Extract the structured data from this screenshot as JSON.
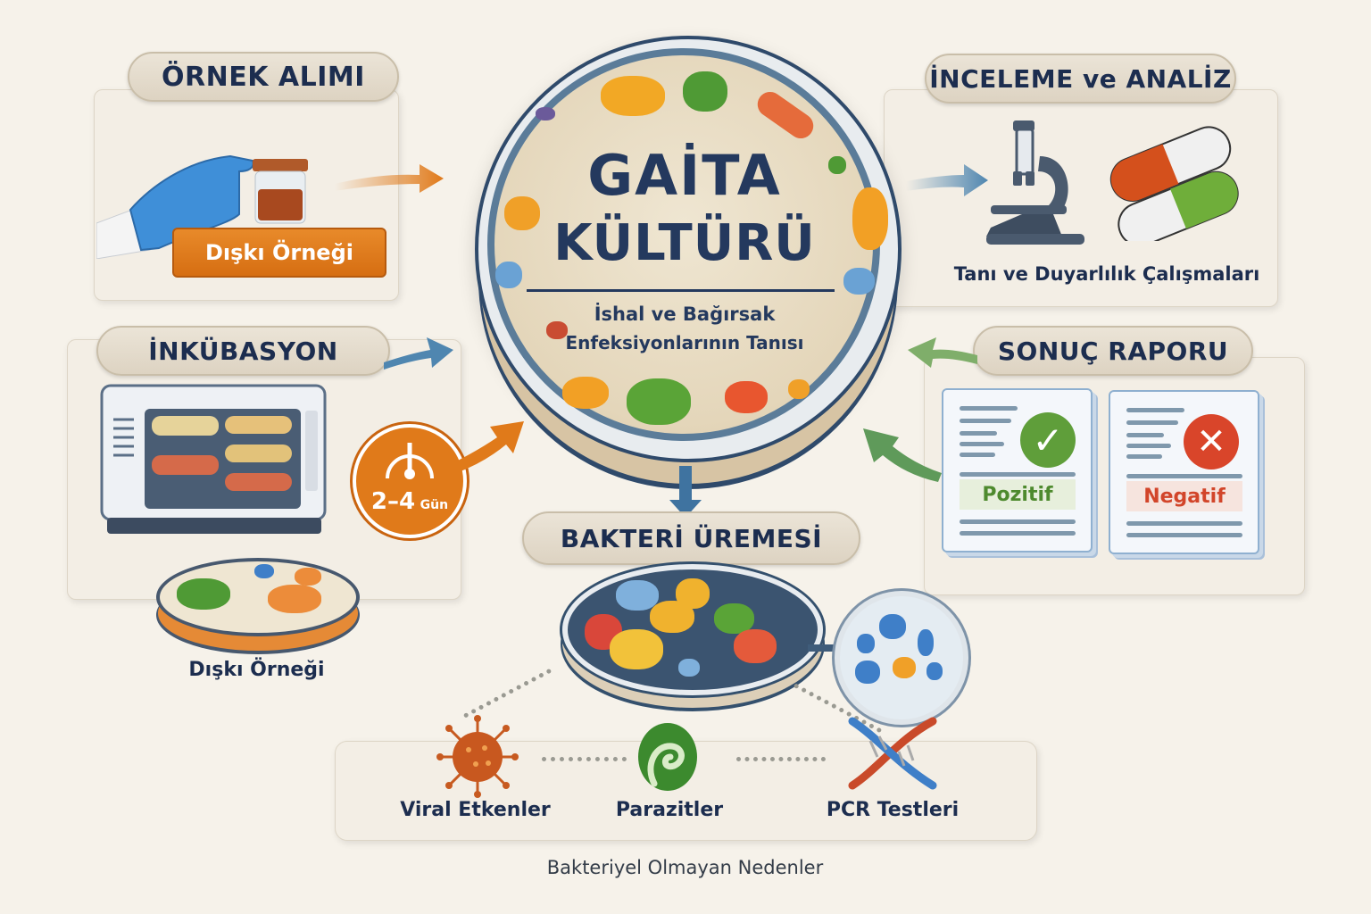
{
  "title": {
    "line1": "GAİTA",
    "line2": "KÜLTÜRÜ",
    "subtitle_line1": "İshal ve Bağırsak",
    "subtitle_line2": "Enfeksiyonlarının Tanısı"
  },
  "steps": {
    "sample": {
      "heading": "ÖRNEK ALIMI",
      "badge": "Dışkı Örneği"
    },
    "analysis": {
      "heading": "İNCELEME ve ANALİZ",
      "caption": "Tanı ve Duyarlılık Çalışmaları"
    },
    "incubation": {
      "heading": "İNKÜBASYON",
      "timer_value": "2–4",
      "timer_unit": "Gün",
      "dish_caption": "Dışkı Örneği"
    },
    "report": {
      "heading": "SONUÇ RAPORU",
      "positive": "Pozitif",
      "negative": "Negatif"
    },
    "growth": {
      "heading": "BAKTERİ ÜREMESİ"
    }
  },
  "non_bacterial": {
    "items": [
      {
        "label": "Viral Etkenler",
        "icon": "virus-icon"
      },
      {
        "label": "Parazitler",
        "icon": "parasite-icon"
      },
      {
        "label": "PCR Testleri",
        "icon": "dna-icon"
      }
    ],
    "caption": "Bakteriyel Olmayan Nedenler"
  },
  "colors": {
    "navy": "#1c2d4f",
    "orange": "#e07a1a",
    "blue_arrow": "#4f86b0",
    "green_arrow": "#6fa05a",
    "positive": "#4e8a2e",
    "negative": "#d2452a"
  }
}
